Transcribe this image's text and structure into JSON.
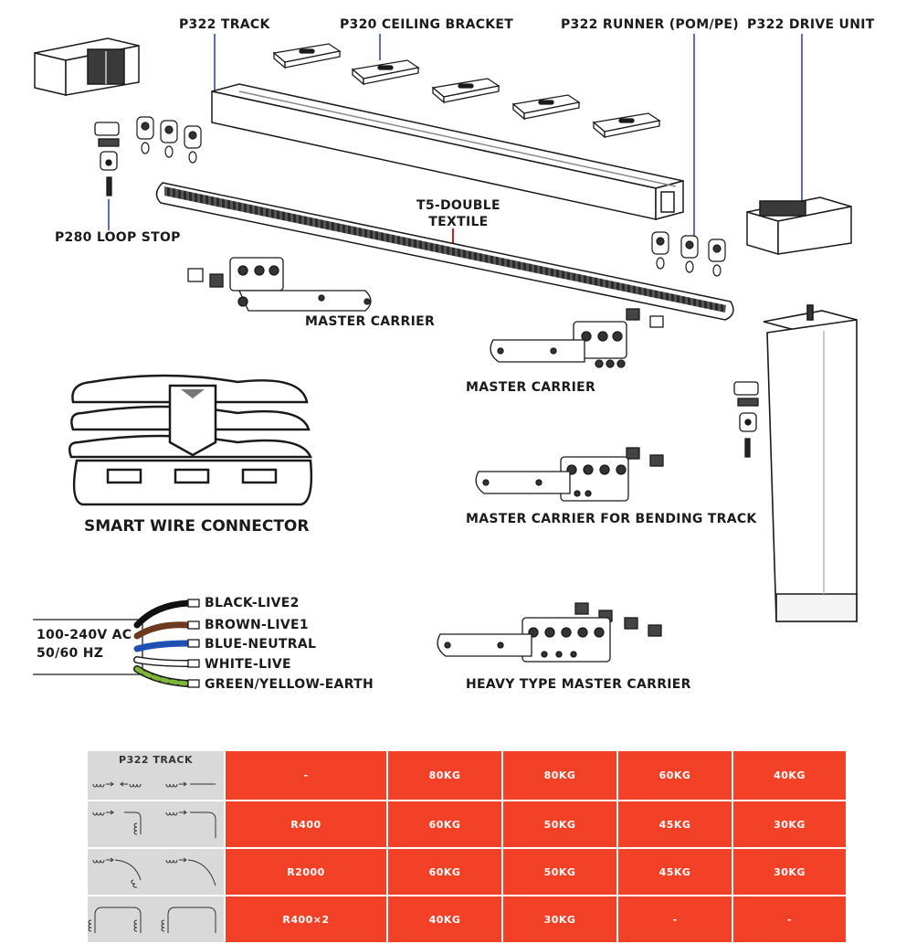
{
  "labels": {
    "track": "P322 TRACK",
    "ceiling_bracket": "P320 CEILING BRACKET",
    "runner": "P322 RUNNER (POM/PE)",
    "drive_unit": "P322 DRIVE UNIT",
    "loop_stop": "P280 LOOP STOP",
    "belt": "T5-DOUBLE\nTEXTILE",
    "master_carrier_1": "MASTER CARRIER",
    "master_carrier_2": "MASTER CARRIER",
    "master_carrier_bending": "MASTER CARRIER FOR BENDING TRACK",
    "heavy_master_carrier": "HEAVY TYPE MASTER CARRIER",
    "smart_wire_connector": "SMART WIRE CONNECTOR"
  },
  "power": {
    "line1": "100-240V AC",
    "line2": "50/60 HZ",
    "wires": [
      {
        "label": "BLACK-LIVE2",
        "color": "#111111"
      },
      {
        "label": "BROWN-LIVE1",
        "color": "#6b3a1f"
      },
      {
        "label": "BLUE-NEUTRAL",
        "color": "#1f4fb0"
      },
      {
        "label": "WHITE-LIVE",
        "color": "#ffffff"
      },
      {
        "label": "GREEN/YELLOW-EARTH",
        "color": "#7fb63a"
      }
    ]
  },
  "table": {
    "title": "P322 TRACK",
    "accent_color": "#f24127",
    "rows": [
      {
        "icon": "straight-track-icon",
        "radius": "-",
        "values": [
          "80KG",
          "80KG",
          "60KG",
          "40KG"
        ]
      },
      {
        "icon": "r400-bend-track-icon",
        "radius": "R400",
        "values": [
          "60KG",
          "50KG",
          "45KG",
          "30KG"
        ]
      },
      {
        "icon": "r2000-curve-track-icon",
        "radius": "R2000",
        "values": [
          "60KG",
          "50KG",
          "45KG",
          "30KG"
        ]
      },
      {
        "icon": "double-bend-track-icon",
        "radius": "R400×2",
        "values": [
          "40KG",
          "30KG",
          "-",
          "-"
        ]
      }
    ]
  }
}
